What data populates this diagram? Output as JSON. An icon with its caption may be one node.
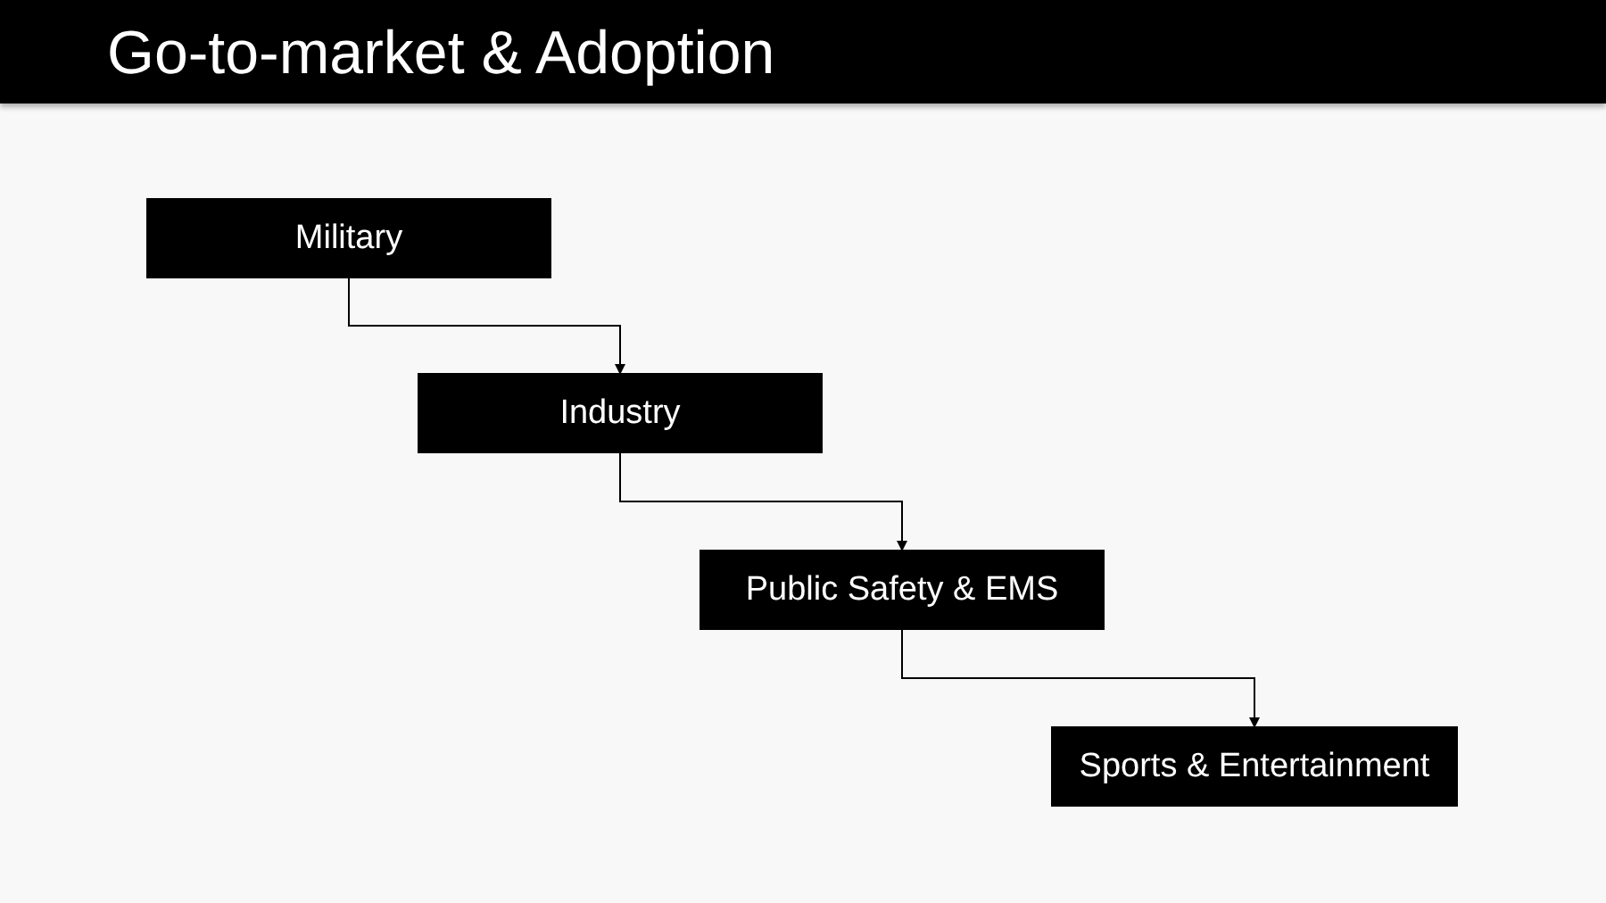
{
  "diagram": {
    "title": "Go-to-market & Adoption",
    "nodes": [
      {
        "text": [
          "Military"
        ]
      },
      {
        "text": [
          "Industry"
        ]
      },
      {
        "text": [
          "Public Safety & EMS"
        ]
      },
      {
        "text": [
          "Sports & Entertainment"
        ]
      }
    ],
    "edges": [
      {
        "from": 0,
        "to": 1,
        "arrow": "to"
      },
      {
        "from": 1,
        "to": 2,
        "arrow": "to"
      },
      {
        "from": 2,
        "to": 3,
        "arrow": "to"
      }
    ]
  }
}
